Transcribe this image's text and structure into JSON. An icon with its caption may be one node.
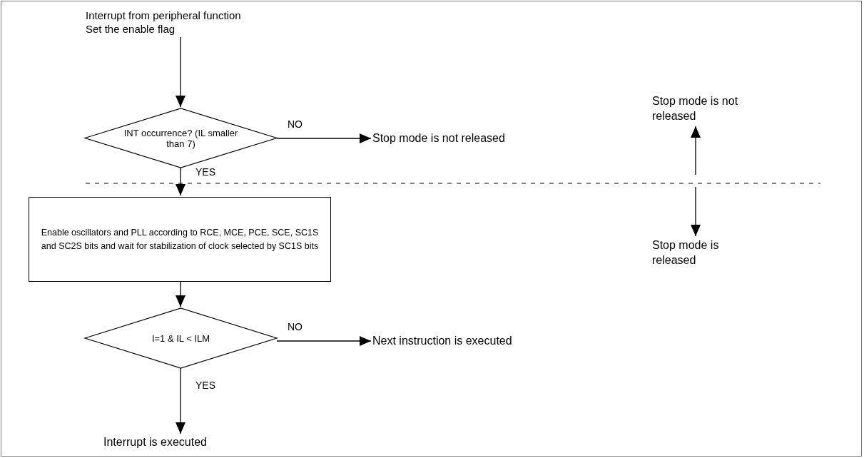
{
  "diagram": {
    "nodes": [
      {
        "text": [
          "Interrupt from peripheral function",
          "Set the enable flag"
        ]
      },
      {
        "text": [
          "INT occurrence? (IL smaller than 7)"
        ]
      },
      {
        "text": [
          "Stop mode is not released"
        ]
      },
      {
        "text": [
          "Enable oscillators and PLL according to RCE, MCE, PCE, SCE, SC1S and SC2S bits and wait for stabilization of clock selected by SC1S bits"
        ]
      },
      {
        "text": [
          "I=1 & IL < ILM"
        ]
      },
      {
        "text": [
          "Next instruction is executed"
        ]
      },
      {
        "text": [
          "Interrupt is executed"
        ]
      },
      {
        "text": [
          "Stop mode is not released"
        ]
      },
      {
        "text": [
          "Stop mode is released"
        ]
      }
    ],
    "edges": [
      {
        "from": 0,
        "to": 1,
        "arrow": "to"
      },
      {
        "from": 1,
        "to": 2,
        "arrow": "to",
        "label": "NO"
      },
      {
        "from": 1,
        "to": 3,
        "arrow": "to",
        "label": "YES"
      },
      {
        "from": 3,
        "to": 4,
        "arrow": "to"
      },
      {
        "from": 4,
        "to": 5,
        "arrow": "to",
        "label": "NO"
      },
      {
        "from": 4,
        "to": 6,
        "arrow": "to",
        "label": "YES"
      },
      {
        "from": null,
        "to": 7,
        "arrow": "to"
      },
      {
        "from": null,
        "to": 8,
        "arrow": "to"
      }
    ]
  }
}
